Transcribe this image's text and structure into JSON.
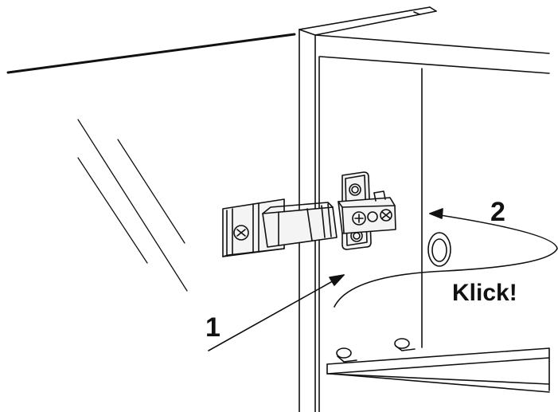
{
  "labels": {
    "step1": "1",
    "step2": "2",
    "click": "Klick!"
  },
  "colors": {
    "line": "#111111",
    "glass_hatch": "#222222",
    "hinge_fill": "#f4f4f4",
    "hinge_dark": "#333333",
    "background": "#ffffff"
  }
}
